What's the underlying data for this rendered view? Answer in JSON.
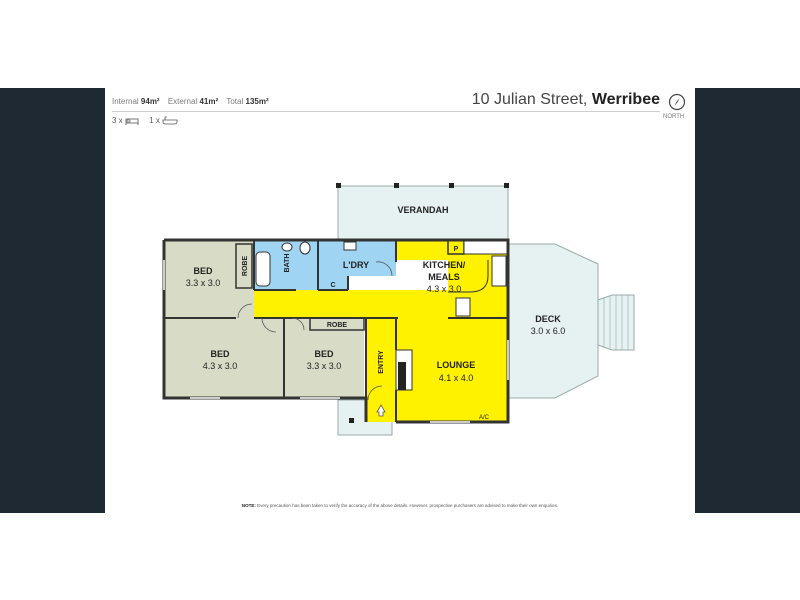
{
  "header": {
    "internal_label": "Internal",
    "internal_value": "94m²",
    "external_label": "External",
    "external_value": "41m²",
    "total_label": "Total",
    "total_value": "135m²",
    "bedrooms": "3 x",
    "bathrooms": "1 x",
    "street": "10 Julian Street,",
    "suburb": "Werribee",
    "north_label": "NORTH"
  },
  "rooms": {
    "verandah": {
      "name": "VERANDAH"
    },
    "bed1": {
      "name": "BED",
      "size": "3.3 x 3.0"
    },
    "bed2": {
      "name": "BED",
      "size": "4.3 x 3.0"
    },
    "bed3": {
      "name": "BED",
      "size": "3.3 x 3.0"
    },
    "robe1": {
      "name": "ROBE"
    },
    "robe2": {
      "name": "ROBE"
    },
    "bath": {
      "name": "BATH"
    },
    "laundry": {
      "name": "L'DRY"
    },
    "cupboard": {
      "name": "C"
    },
    "kitchen": {
      "name_line1": "KITCHEN/",
      "name_line2": "MEALS",
      "size": "4.3 x 3.0"
    },
    "pantry": {
      "name": "P"
    },
    "deck": {
      "name": "DECK",
      "size": "3.0 x 6.0"
    },
    "lounge": {
      "name": "LOUNGE",
      "size": "4.1 x 4.0"
    },
    "entry": {
      "name": "ENTRY"
    },
    "ac": {
      "name": "A/C"
    }
  },
  "colors": {
    "bedroom": "#d8dcc6",
    "hallway": "#fff200",
    "wet_area": "#9fd4f2",
    "outdoor": "#e6f2f2",
    "wall": "#333333",
    "panel": "#1f2933"
  },
  "footer": {
    "note_label": "NOTE:",
    "note_text": "Every precaution has been taken to verify the accuracy of the above details. However, prospective purchasers are advised to make their own enquiries."
  }
}
